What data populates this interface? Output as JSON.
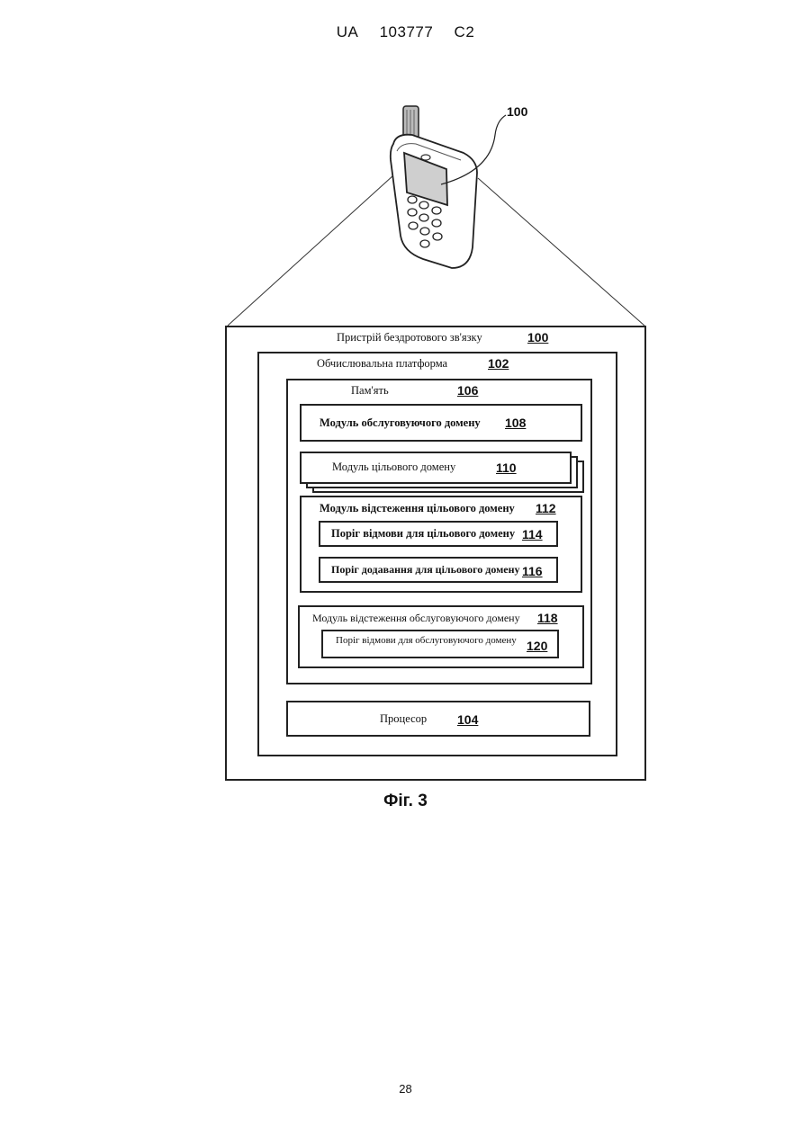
{
  "header": {
    "country": "UA",
    "number": "103777",
    "kind": "C2"
  },
  "phone": {
    "ref": "100"
  },
  "diagram": {
    "device": {
      "label": "Пристрій бездротового зв'язку",
      "ref": "100"
    },
    "platform": {
      "label": "Обчислювальна платформа",
      "ref": "102"
    },
    "memory": {
      "label": "Пам'ять",
      "ref": "106"
    },
    "serving_module": {
      "label": "Модуль обслуговуючого домену",
      "ref": "108"
    },
    "target_module": {
      "label": "Модуль цільового домену",
      "ref": "110"
    },
    "target_tracking": {
      "label": "Модуль відстеження цільового домену",
      "ref": "112"
    },
    "drop_threshold_target": {
      "label": "Поріг відмови для цільового домену",
      "ref": "114"
    },
    "add_threshold_target": {
      "label": "Поріг додавання для цільового домену",
      "ref": "116"
    },
    "serving_tracking": {
      "label": "Модуль відстеження обслуговуючого домену",
      "ref": "118"
    },
    "drop_threshold_serving": {
      "label": "Поріг відмови для обслуговуючого домену",
      "ref": "120"
    },
    "processor": {
      "label": "Процесор",
      "ref": "104"
    }
  },
  "caption": "Фіг. 3",
  "page_number": "28"
}
